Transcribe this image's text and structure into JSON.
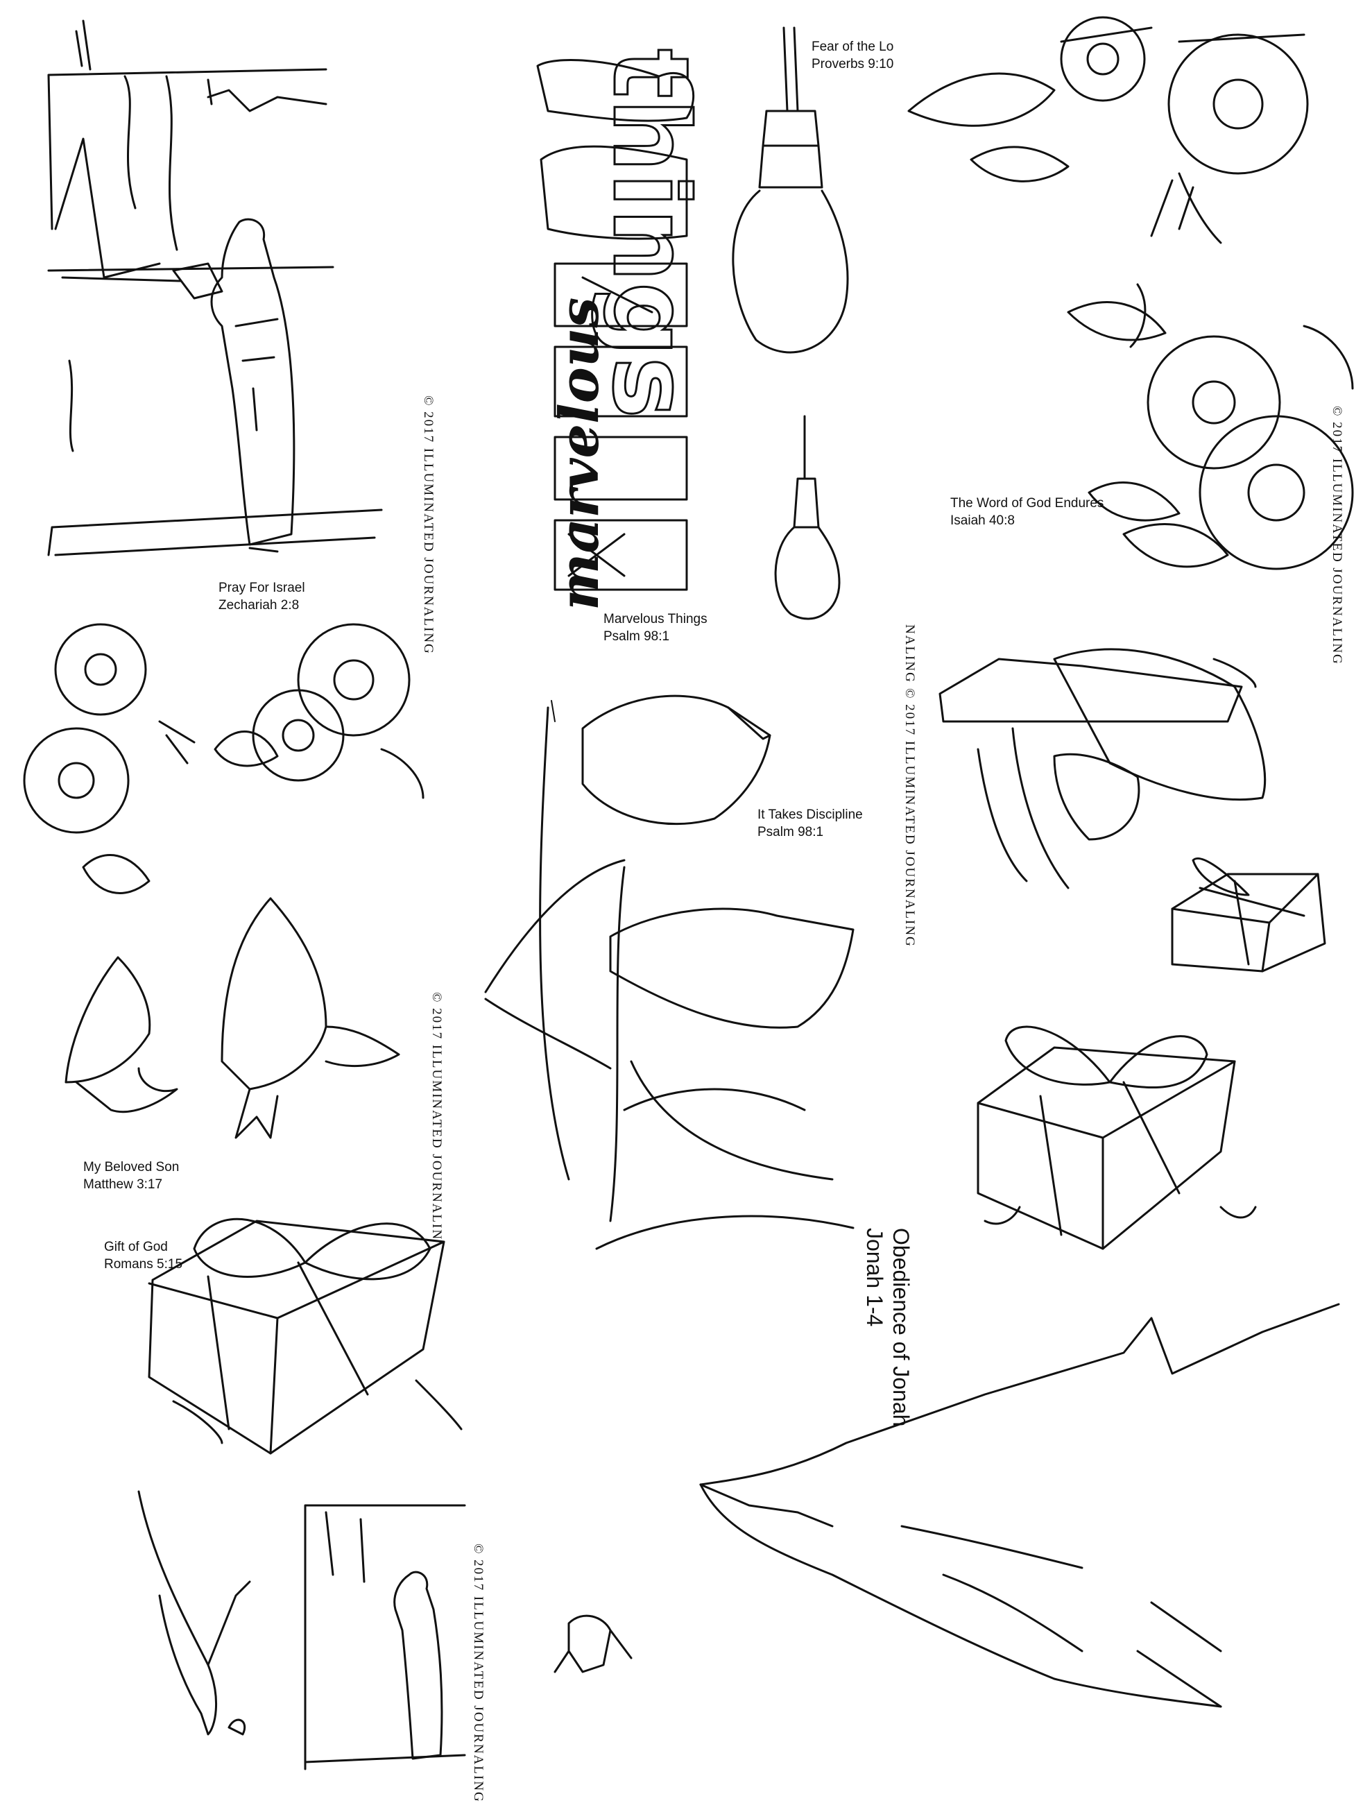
{
  "colors": {
    "ink": "#111111",
    "paper": "#ffffff"
  },
  "captions": {
    "pray_israel": {
      "title": "Pray For Israel",
      "ref": "Zechariah 2:8"
    },
    "marvelous": {
      "title": "Marvelous Things",
      "ref": "Psalm 98:1",
      "word_script": "marvelous",
      "word_block": "things"
    },
    "fear_lord": {
      "title": "Fear of the Lo",
      "ref": "Proverbs 9:10"
    },
    "word_endures": {
      "title": "The Word of God Endures",
      "ref": "Isaiah 40:8"
    },
    "discipline": {
      "title": "It Takes Discipline",
      "ref": "Psalm 98:1"
    },
    "beloved_son": {
      "title": "My Beloved Son",
      "ref": "Matthew 3:17"
    },
    "gift_god": {
      "title": "Gift of God",
      "ref": "Romans 5:15"
    },
    "obedience": {
      "title": "Obedience of Jonah",
      "ref": "Jonah 1-4"
    }
  },
  "copyright": {
    "full": "© 2017 ILLUMINATED JOURNALING",
    "cut_a": "© 2017 ILLUMINATED JOURNALIN",
    "cut_b": "NALING"
  },
  "icons": [
    "praying-man-at-wall",
    "sunflowers",
    "doves",
    "gift-box",
    "light-bulbs",
    "ballet-shoes",
    "whale",
    "jonah-figure"
  ]
}
